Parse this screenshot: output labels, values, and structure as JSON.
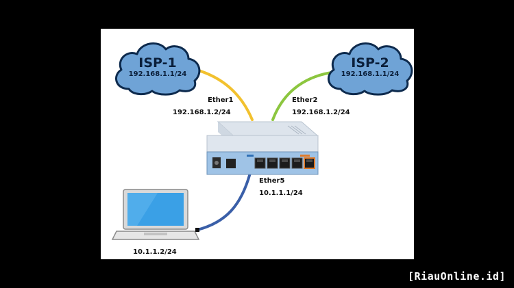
{
  "isp1": {
    "name": "ISP-1",
    "ip": "192.168.1.1/24"
  },
  "isp2": {
    "name": "ISP-2",
    "ip": "192.168.1.1/24"
  },
  "ether1": {
    "name": "Ether1",
    "ip": "192.168.1.2/24"
  },
  "ether2": {
    "name": "Ether2",
    "ip": "192.168.1.2/24"
  },
  "ether5": {
    "name": "Ether5",
    "ip": "10.1.1.1/24"
  },
  "laptop": {
    "ip": "10.1.1.2/24"
  },
  "watermark": "[RiauOnline.id]",
  "colors": {
    "cloud_fill": "#6fa3d6",
    "cloud_stroke": "#0d2a4d",
    "link_isp1": "#f2c12e",
    "link_isp2": "#8cc63f",
    "link_lan": "#3a5fa8",
    "router_body": "#9fc3e6",
    "router_top": "#dde4ec",
    "laptop_screen": "#3aa0e6"
  }
}
